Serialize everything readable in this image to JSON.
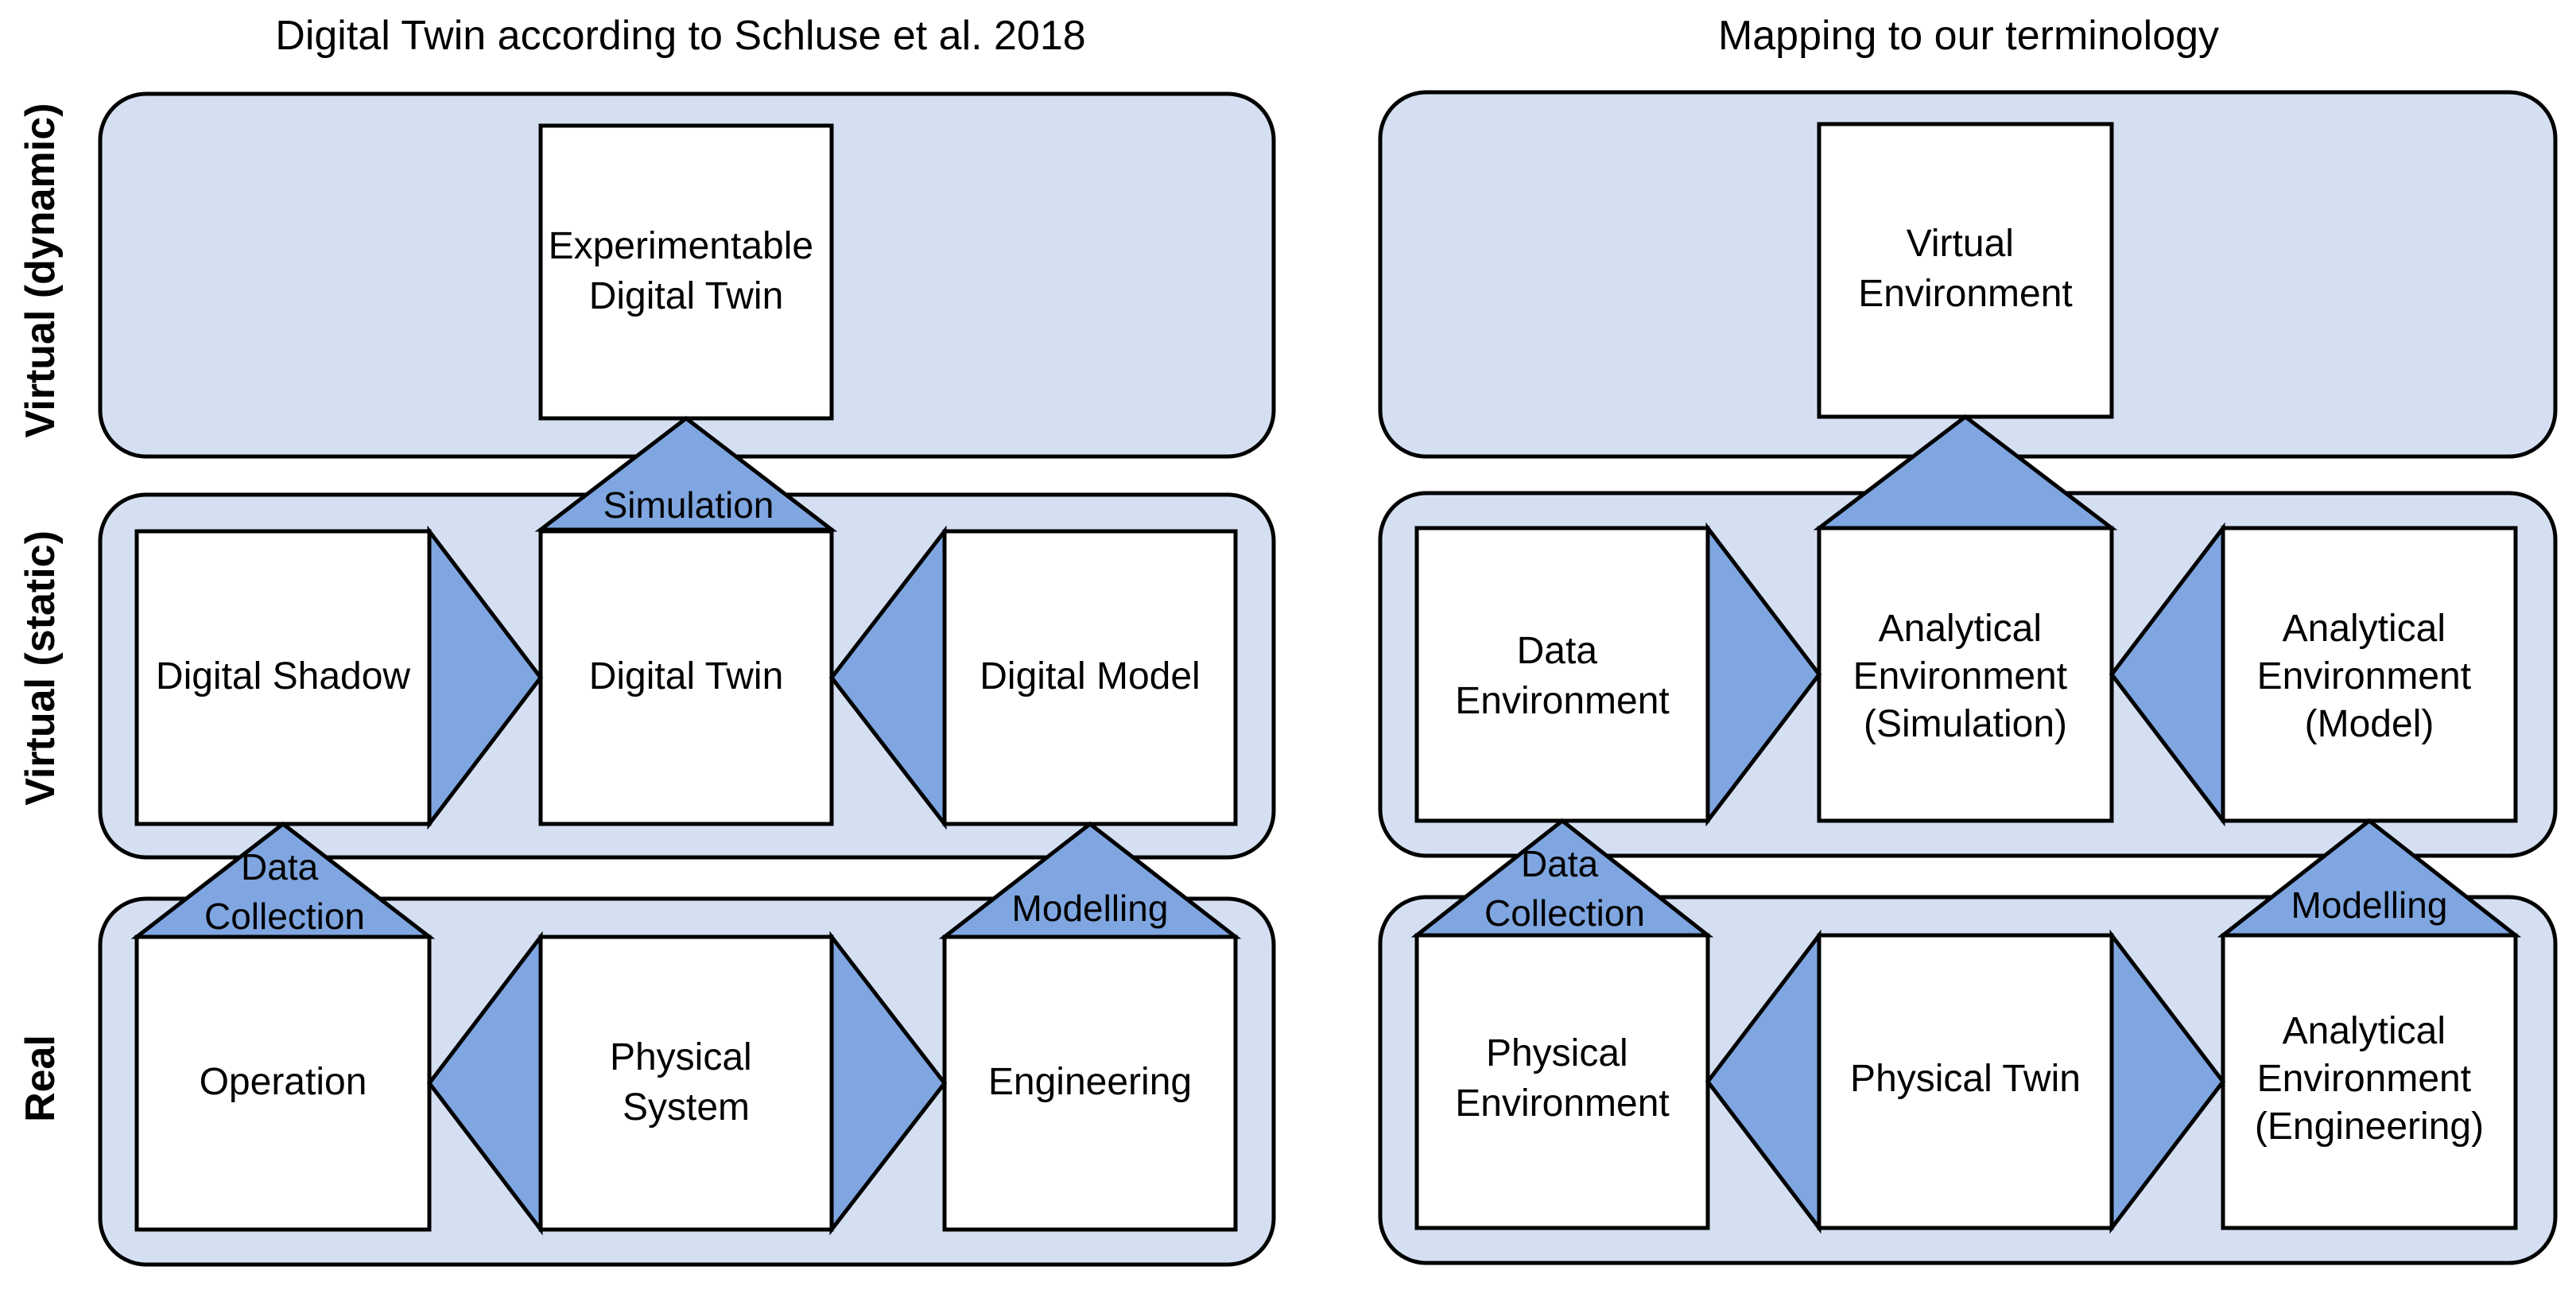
{
  "left": {
    "title": "Digital Twin according to Schluse et al. 2018",
    "boxes": {
      "experimentable": [
        "Experimentable",
        "Digital Twin"
      ],
      "digital_shadow": [
        "Digital Shadow"
      ],
      "digital_twin": [
        "Digital Twin"
      ],
      "digital_model": [
        "Digital Model"
      ],
      "operation": [
        "Operation"
      ],
      "physical_system": [
        "Physical",
        "System"
      ],
      "engineering": [
        "Engineering"
      ]
    },
    "arrows": {
      "simulation": [
        "Simulation"
      ],
      "data_collection": [
        "Data",
        "Collection"
      ],
      "modelling": [
        "Modelling"
      ]
    }
  },
  "right": {
    "title": "Mapping to our terminology",
    "boxes": {
      "virtual_env": [
        "Virtual",
        "Environment"
      ],
      "data_env": [
        "Data",
        "Environment"
      ],
      "analytical_sim": [
        "Analytical",
        "Environment",
        "(Simulation)"
      ],
      "analytical_model": [
        "Analytical",
        "Environment",
        "(Model)"
      ],
      "physical_env": [
        "Physical",
        "Environment"
      ],
      "physical_twin": [
        "Physical Twin"
      ],
      "analytical_eng": [
        "Analytical",
        "Environment",
        "(Engineering)"
      ]
    },
    "arrows": {
      "data_collection": [
        "Data",
        "Collection"
      ],
      "modelling": [
        "Modelling"
      ]
    }
  },
  "row_labels": {
    "dynamic": "Virtual (dynamic)",
    "static": "Virtual (static)",
    "real": "Real"
  },
  "colors": {
    "panel": "#d4e0f2",
    "arrow": "#7fa6e0",
    "stroke": "#000000",
    "box": "#ffffff"
  }
}
